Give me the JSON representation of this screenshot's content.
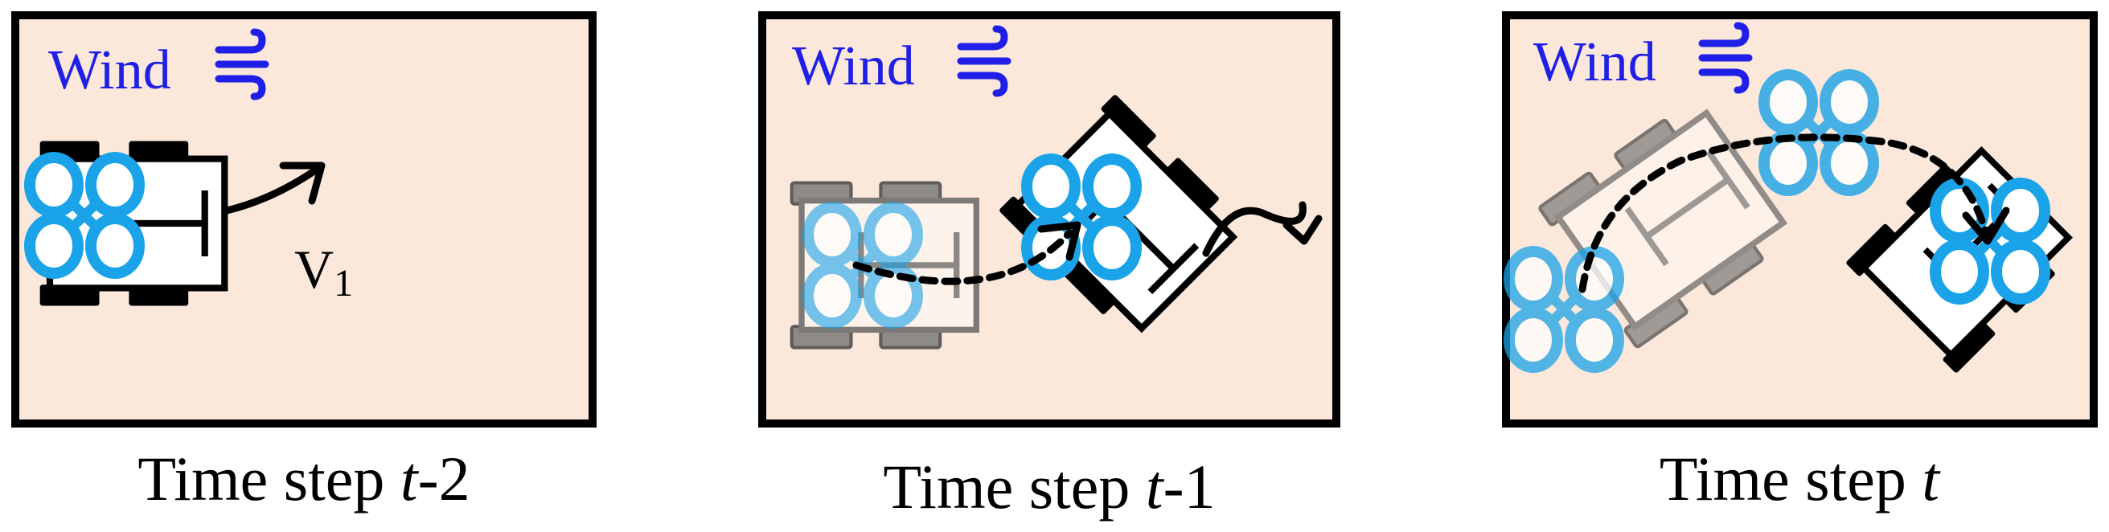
{
  "panels": [
    {
      "wind_label": "Wind",
      "caption_prefix": "Time step ",
      "caption_var": "t",
      "caption_suffix": "-2",
      "velocity_label": "V",
      "velocity_sub": "1"
    },
    {
      "wind_label": "Wind",
      "caption_prefix": "Time step ",
      "caption_var": "t",
      "caption_suffix": "-1"
    },
    {
      "wind_label": "Wind",
      "caption_prefix": "Time step ",
      "caption_var": "t",
      "caption_suffix": ""
    }
  ],
  "colors": {
    "panel_fill": "#fbe8da",
    "panel_stroke": "#000000",
    "wind": "#1f1fe8",
    "rotor": "#1aa3e8",
    "rotor_inner": "#ffffff",
    "wheel": "#000000",
    "ghost_wheel": "#6b6b6b"
  },
  "icons": [
    "wind-icon",
    "drone-icon",
    "ground-robot-icon",
    "trajectory-arrow-icon"
  ]
}
